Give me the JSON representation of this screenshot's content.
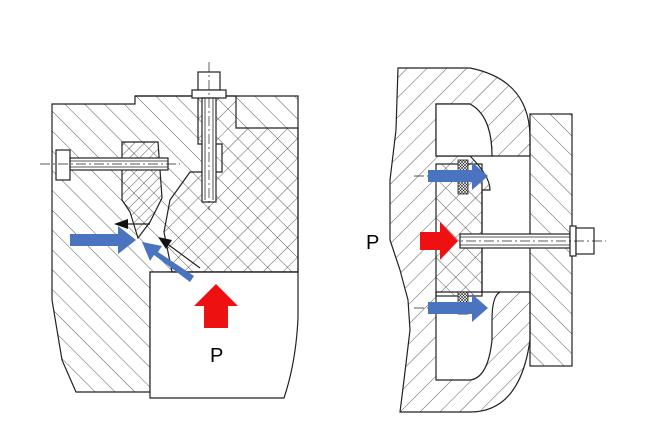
{
  "labels": {
    "left_pressure": "P",
    "right_pressure": "P"
  },
  "colors": {
    "pressure_arrow": "#ee1111",
    "seal_force_arrow": "#4a74c0",
    "line": "#222222",
    "background": "#ffffff"
  },
  "icons": {
    "pressure": "red-block-arrow",
    "seal_force": "blue-block-arrow",
    "reaction": "black-line-arrow"
  }
}
